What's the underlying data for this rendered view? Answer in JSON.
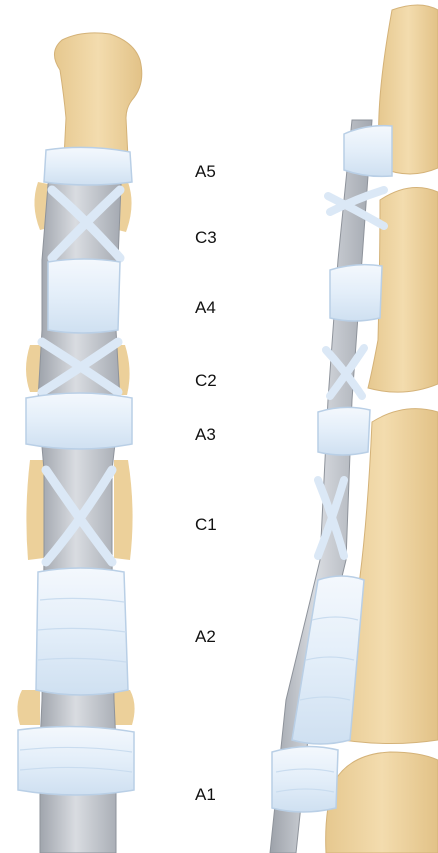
{
  "labels": {
    "a5": "A5",
    "c3": "C3",
    "a4": "A4",
    "c2": "C2",
    "a3": "A3",
    "c1": "C1",
    "a2": "A2",
    "a1": "A1"
  },
  "colors": {
    "bone": "#f0d8a6",
    "bone_edge": "#d8b67c",
    "sheath": "#c9ccd2",
    "sheath_dark": "#a9aeb6",
    "pulley": "#e8f1fb",
    "pulley_edge": "#b5cde6",
    "background": "#ffffff"
  }
}
